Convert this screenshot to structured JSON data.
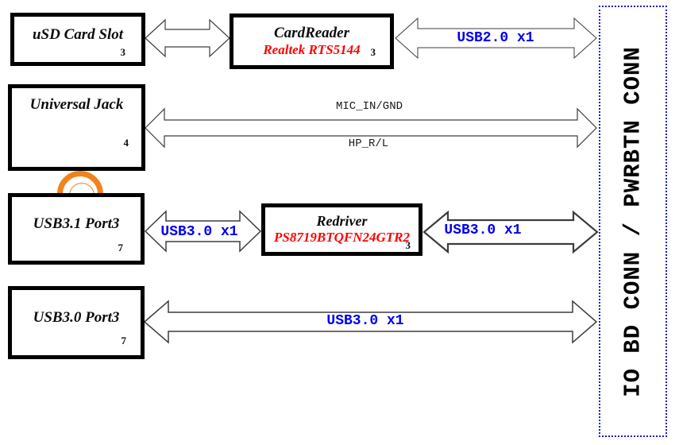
{
  "boxes": {
    "usd": {
      "title": "uSD Card Slot",
      "page": "3"
    },
    "cardreader": {
      "title": "CardReader",
      "part": "Realtek RTS5144",
      "page": "3"
    },
    "jack": {
      "title": "Universal Jack",
      "page": "4"
    },
    "usb31": {
      "title": "USB3.1 Port3",
      "page": "7"
    },
    "redriver": {
      "title": "Redriver",
      "part": "PS8719BTQFN24GTR2",
      "page": "3"
    },
    "usb30": {
      "title": "USB3.0 Port3",
      "page": "7"
    }
  },
  "connector": {
    "label": "IO BD CONN / PWRBTN CONN"
  },
  "links": {
    "usb2": "USB2.0 x1",
    "mic": "MIC_IN/GND",
    "hp": "HP_R/L",
    "usb3_port_to_redriver": "USB3.0 x1",
    "usb3_redriver_to_conn": "USB3.0 x1",
    "usb3_port_direct": "USB3.0 x1"
  },
  "icons": {
    "jack_ring": "audio-jack-ring-icon"
  },
  "colors": {
    "link_label": "#0000EE",
    "part_number": "#FF0000",
    "connector_border": "#1A1ACD",
    "jack_ring": "#F0831C",
    "box_border": "#000000",
    "arrow_outline": "#3D3D3D"
  }
}
